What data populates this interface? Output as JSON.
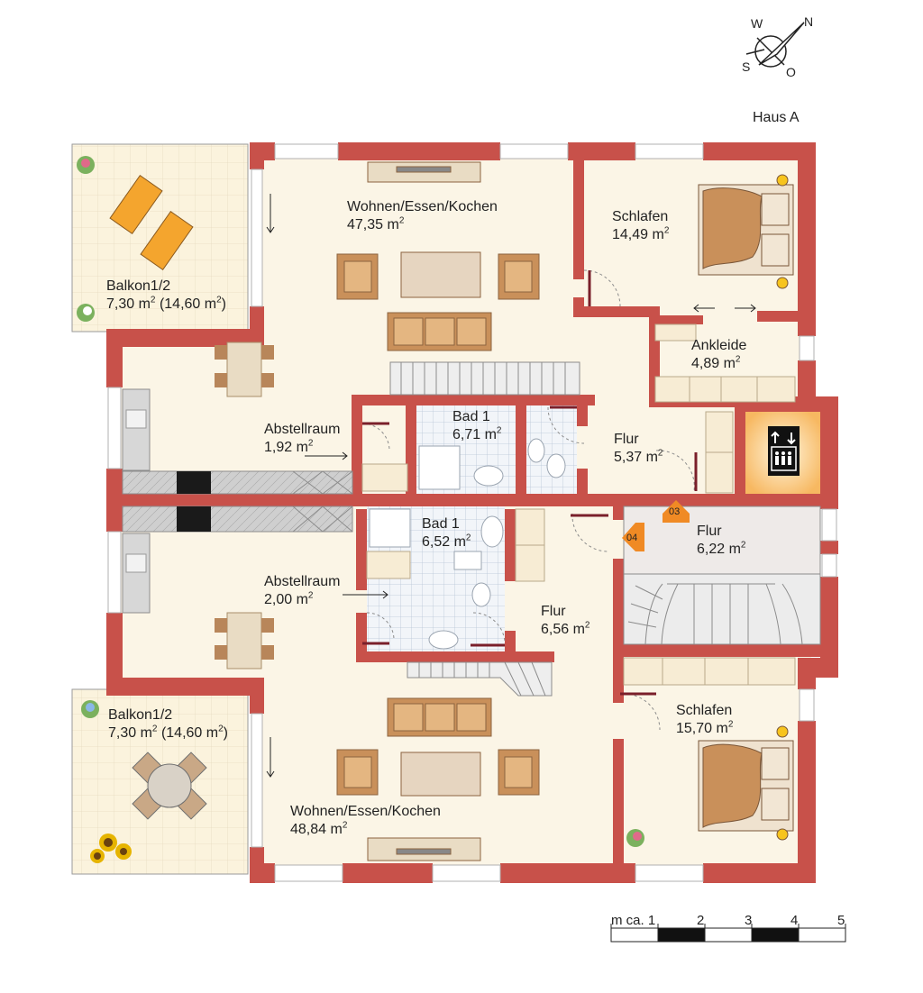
{
  "building": "Haus A",
  "compass": {
    "n": "N",
    "o": "O",
    "s": "S",
    "w": "W"
  },
  "rooms": [
    {
      "id": "balkon-top",
      "name": "Balkon1/2",
      "area": "7,30 m",
      "extra": "(14,60 m",
      "extra_end": ")"
    },
    {
      "id": "wohnen-top",
      "name": "Wohnen/Essen/Kochen",
      "area": "47,35 m"
    },
    {
      "id": "schlafen-top",
      "name": "Schlafen",
      "area": "14,49 m"
    },
    {
      "id": "ankleide",
      "name": "Ankleide",
      "area": "4,89 m"
    },
    {
      "id": "abstell-top",
      "name": "Abstellraum",
      "area": "1,92 m"
    },
    {
      "id": "bad-top",
      "name": "Bad 1",
      "area": "6,71 m"
    },
    {
      "id": "flur-top",
      "name": "Flur",
      "area": "5,37 m"
    },
    {
      "id": "flur-mid",
      "name": "Flur",
      "area": "6,22 m"
    },
    {
      "id": "bad-bottom",
      "name": "Bad 1",
      "area": "6,52 m"
    },
    {
      "id": "abstell-bottom",
      "name": "Abstellraum",
      "area": "2,00 m"
    },
    {
      "id": "flur-bottom",
      "name": "Flur",
      "area": "6,56 m"
    },
    {
      "id": "balkon-bottom",
      "name": "Balkon1/2",
      "area": "7,30 m",
      "extra": "(14,60 m",
      "extra_end": ")"
    },
    {
      "id": "schlafen-bottom",
      "name": "Schlafen",
      "area": "15,70 m"
    },
    {
      "id": "wohnen-bottom",
      "name": "Wohnen/Essen/Kochen",
      "area": "48,84 m"
    }
  ],
  "squared": "2",
  "markers": {
    "m03": "03",
    "m04": "04"
  },
  "scale": {
    "label": "m ca. 1",
    "t2": "2",
    "t3": "3",
    "t4": "4",
    "t5": "5"
  },
  "colors": {
    "wall": "#c8514a",
    "floor": "#fbf5e6",
    "tile": "#dfe8f2",
    "furniture": "#c9905a",
    "accent": "#f08a24"
  }
}
